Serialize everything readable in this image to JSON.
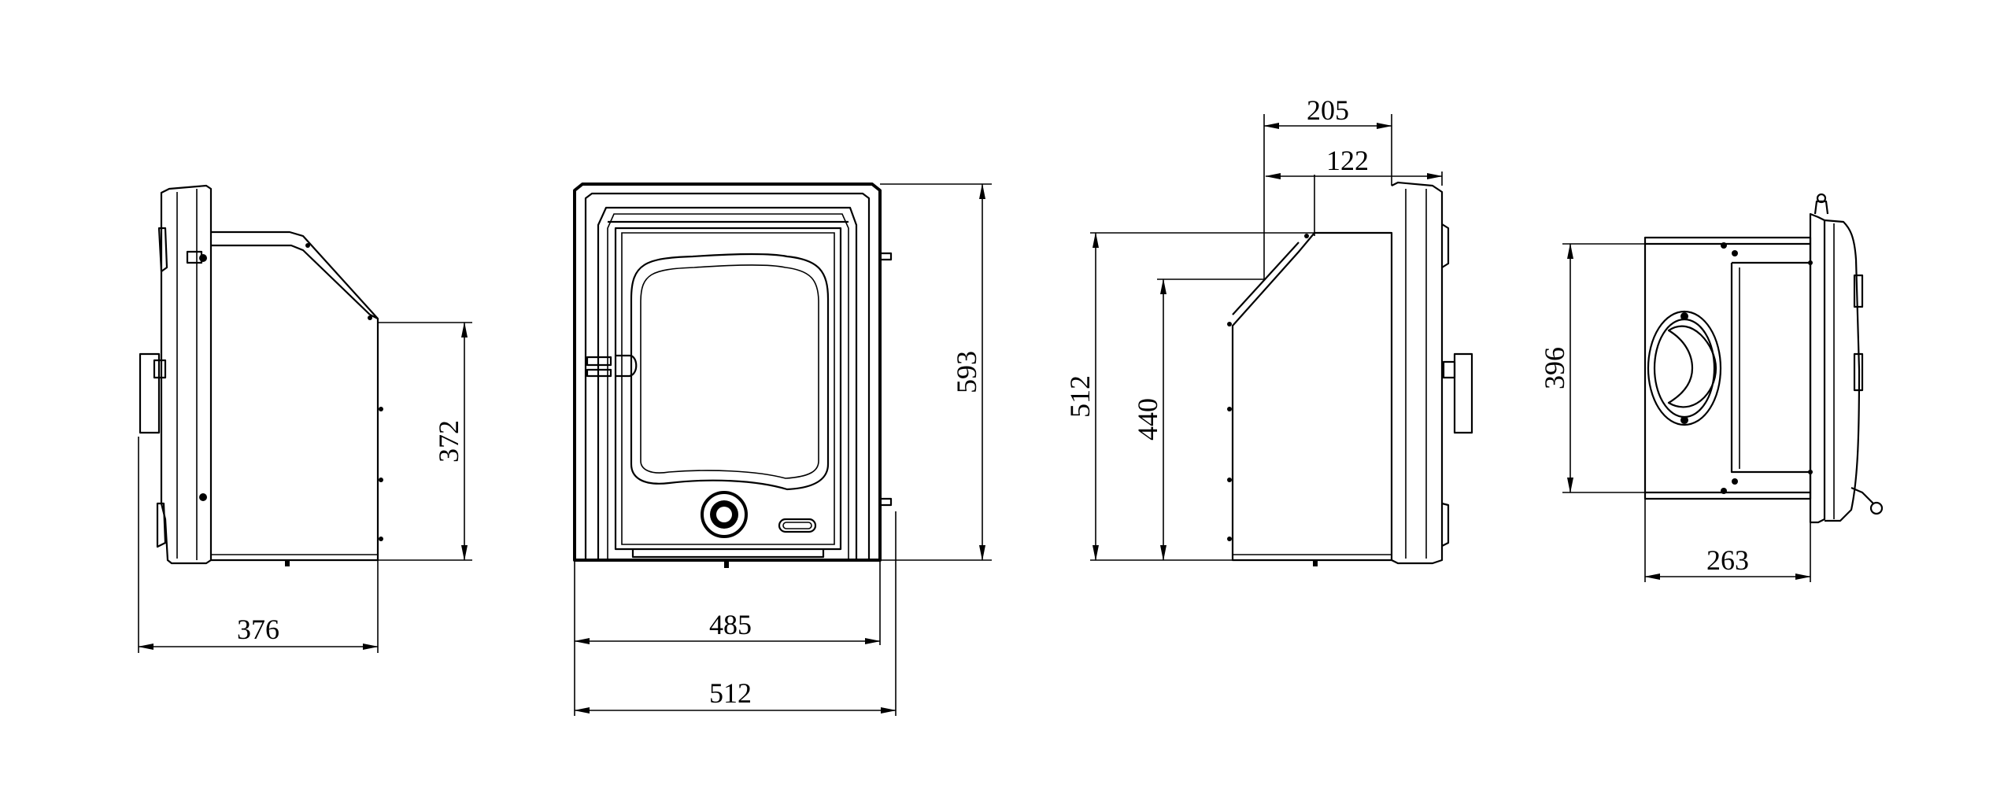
{
  "dimensions": {
    "side_left_depth": "376",
    "side_left_height": "372",
    "front_inner_width": "485",
    "front_outer_width": "512",
    "front_height": "593",
    "side_right_top_depth": "205",
    "side_right_top_offset": "122",
    "side_right_height_outer": "512",
    "side_right_height_inner": "440",
    "top_depth": "263",
    "top_width": "396"
  }
}
